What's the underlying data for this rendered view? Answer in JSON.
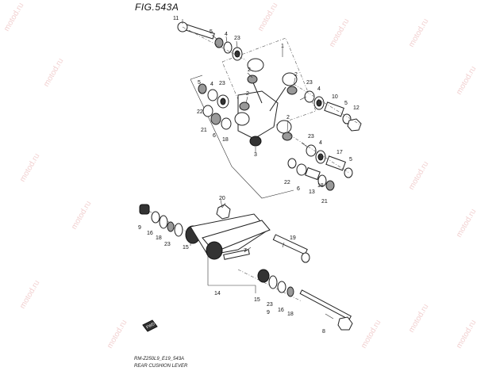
{
  "figure": {
    "title": "FIG.543A"
  },
  "footer": {
    "code": "RM-Z250L9_E19_543A",
    "caption": "REAR CUSHION LEVER"
  },
  "watermark": {
    "text": "motod.ru"
  },
  "fwd_label": "FWD",
  "callouts": {
    "c11": "11",
    "c5a": "5",
    "c4a": "4",
    "c23a": "23",
    "c1": "1",
    "c2a": "2",
    "c2b": "2",
    "c2c": "2",
    "c2d": "2",
    "c3": "3",
    "c5b": "5",
    "c4b": "4",
    "c23b": "23",
    "c22a": "22",
    "c21a": "21",
    "c6a": "6",
    "c18a": "18",
    "c23c": "23",
    "c4c": "4",
    "c10": "10",
    "c5c": "5",
    "c12": "12",
    "c23d": "23",
    "c4d": "4",
    "c17": "17",
    "c5d": "5",
    "c22b": "22",
    "c6b": "6",
    "c13": "13",
    "c18b": "18",
    "c21b": "21",
    "c20": "20",
    "c9a": "9",
    "c16a": "16",
    "c18c": "18",
    "c23e": "23",
    "c15a": "15",
    "c7": "7",
    "c19": "19",
    "c14": "14",
    "c15b": "15",
    "c23f": "23",
    "c9b": "9",
    "c16b": "16",
    "c18d": "18",
    "c8": "8"
  }
}
